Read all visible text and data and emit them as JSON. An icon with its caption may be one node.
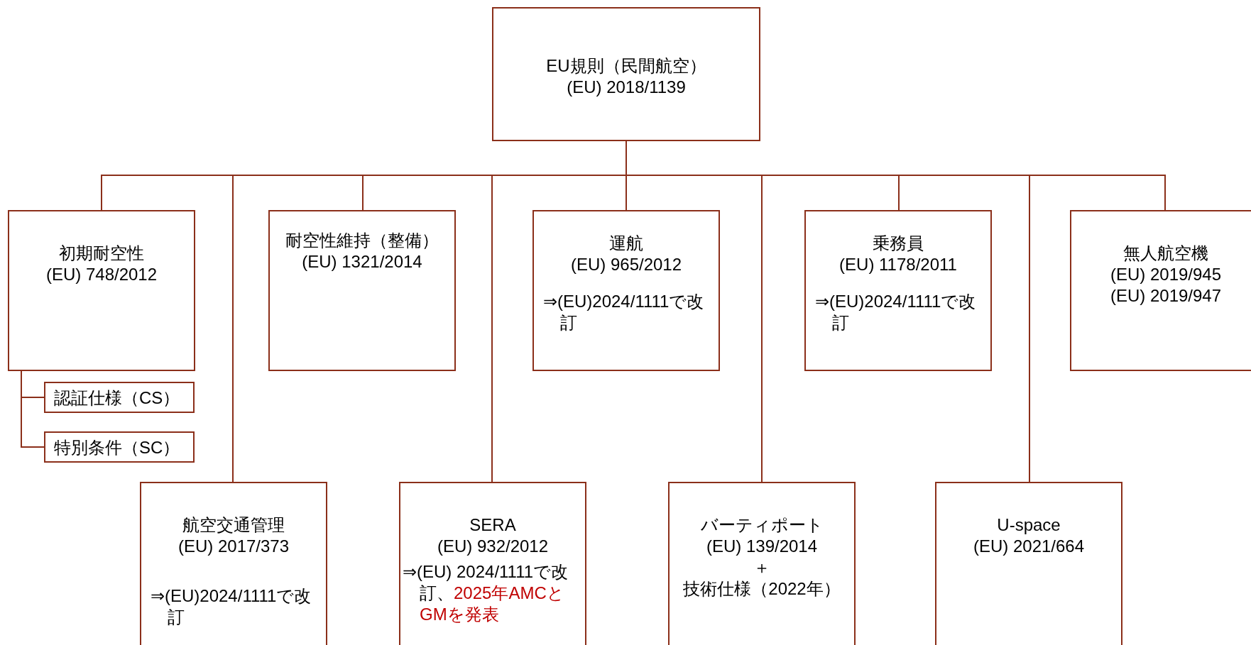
{
  "diagram": {
    "nodes": [
      {
        "text": [
          "EU規則（民間航空）",
          "(EU) 2018/1139"
        ]
      },
      {
        "text": [
          "初期耐空性",
          "(EU) 748/2012"
        ]
      },
      {
        "text": [
          "認証仕様（CS）"
        ]
      },
      {
        "text": [
          "特別条件（SC）"
        ]
      },
      {
        "text": [
          "耐空性維持（整備）",
          "(EU) 1321/2014"
        ]
      },
      {
        "text": [
          "運航",
          "(EU) 965/2012",
          "⇒(EU)2024/1111で改訂"
        ]
      },
      {
        "text": [
          "乗務員",
          "(EU) 1178/2011",
          "⇒(EU)2024/1111で改訂"
        ]
      },
      {
        "text": [
          "無人航空機",
          "(EU) 2019/945",
          "(EU) 2019/947"
        ]
      },
      {
        "text": [
          "航空交通管理",
          "(EU) 2017/373",
          "⇒(EU)2024/1111で改訂"
        ]
      },
      {
        "text": [
          "SERA",
          "(EU) 932/2012",
          "⇒(EU) 2024/1111で改訂、",
          "2025年AMCとGMを発表"
        ]
      },
      {
        "text": [
          "バーティポート",
          "(EU) 139/2014",
          "＋",
          "技術仕様（2022年）"
        ]
      },
      {
        "text": [
          "U-space",
          "(EU) 2021/664"
        ]
      }
    ],
    "edges": [
      {
        "from": 0,
        "to": 1,
        "arrow": "none"
      },
      {
        "from": 0,
        "to": 8,
        "arrow": "none"
      },
      {
        "from": 0,
        "to": 4,
        "arrow": "none"
      },
      {
        "from": 0,
        "to": 9,
        "arrow": "none"
      },
      {
        "from": 0,
        "to": 5,
        "arrow": "none"
      },
      {
        "from": 0,
        "to": 10,
        "arrow": "none"
      },
      {
        "from": 0,
        "to": 6,
        "arrow": "none"
      },
      {
        "from": 0,
        "to": 11,
        "arrow": "none"
      },
      {
        "from": 0,
        "to": 7,
        "arrow": "none"
      },
      {
        "from": 1,
        "to": 2,
        "arrow": "none"
      },
      {
        "from": 1,
        "to": 3,
        "arrow": "none"
      }
    ]
  }
}
